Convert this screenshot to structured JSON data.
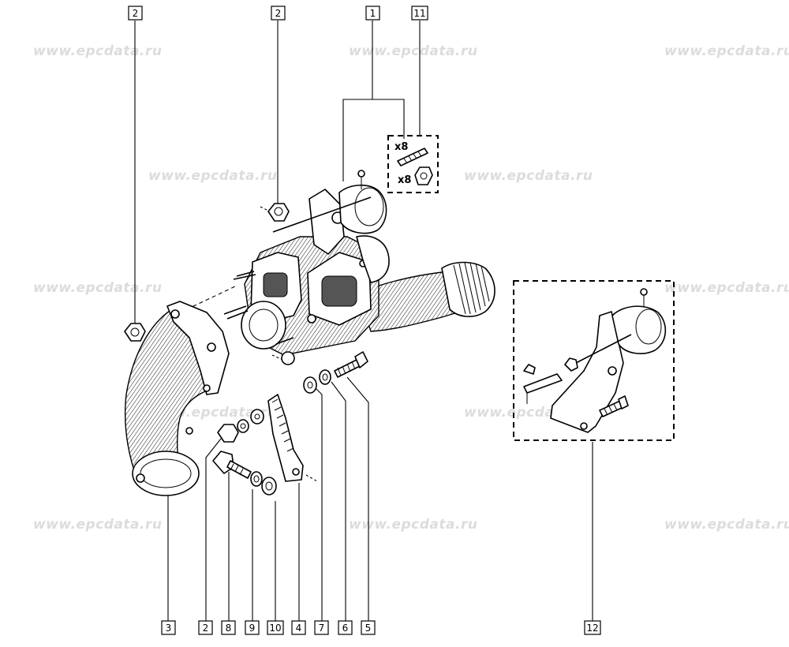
{
  "watermark": {
    "text": "www.epcdata.ru",
    "color": "#dcdcdc"
  },
  "callouts": {
    "c2_top_left": "2",
    "c2_top_mid": "2",
    "c1_top": "1",
    "c11_top": "11",
    "c3_bottom": "3",
    "c2_bottom": "2",
    "c8_bottom": "8",
    "c9_bottom": "9",
    "c10_bottom": "10",
    "c4_bottom": "4",
    "c7_bottom": "7",
    "c6_bottom": "6",
    "c5_bottom": "5",
    "c12_bottom": "12"
  },
  "kit_labels": {
    "stud_qty": "x8",
    "nut_qty": "x8"
  }
}
